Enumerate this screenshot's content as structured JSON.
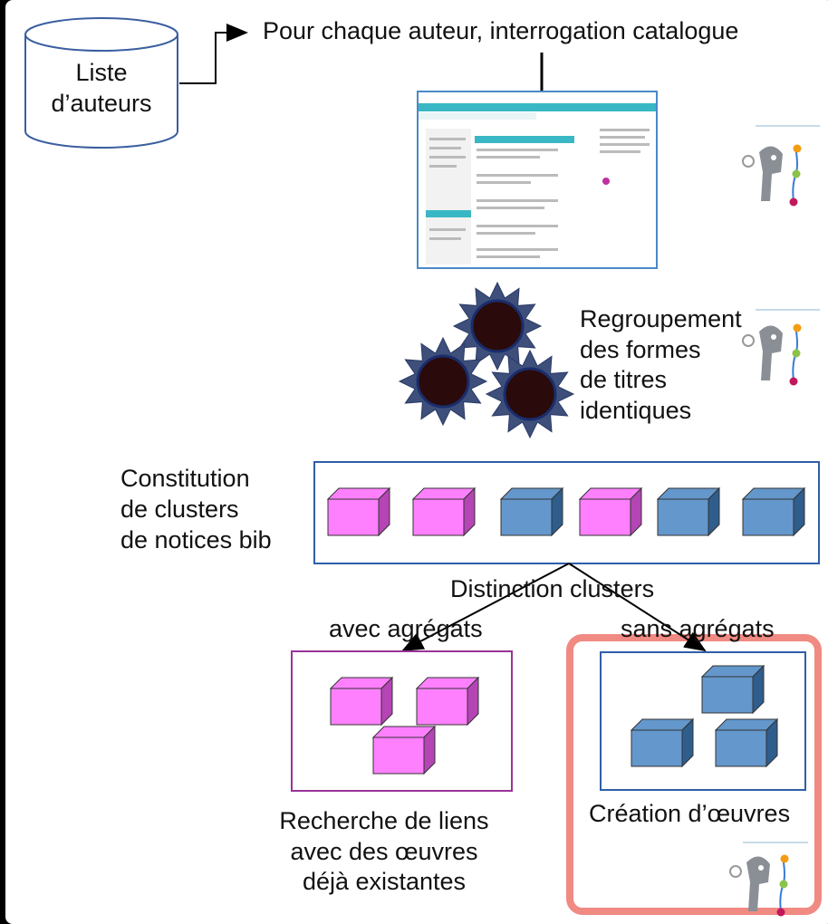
{
  "labels": {
    "liste": "Liste",
    "auteurs": "d’auteurs",
    "top": "Pour chaque auteur, interrogation catalogue",
    "regroup_1": "Regroupement",
    "regroup_2": "des formes",
    "regroup_3": "de titres",
    "regroup_4": "identiques",
    "const_1": "Constitution",
    "const_2": "de clusters",
    "const_3": "de notices bib",
    "distinction": "Distinction clusters",
    "avec": "avec agrégats",
    "sans": "sans agrégats",
    "recherche_1": "Recherche de liens",
    "recherche_2": "avec des œuvres",
    "recherche_3": "déjà existantes",
    "creation": "Création d’œuvres"
  },
  "colors": {
    "pink_face": "#ff80ff",
    "pink_dark": "#b545b5",
    "blue_face": "#6497cc",
    "blue_dark": "#2f5d8c",
    "box_border": "#2f5fa8",
    "purple_border": "#993399",
    "highlight": "#f08a82"
  },
  "clusters": [
    "pink",
    "pink",
    "blue",
    "pink",
    "blue",
    "blue"
  ]
}
